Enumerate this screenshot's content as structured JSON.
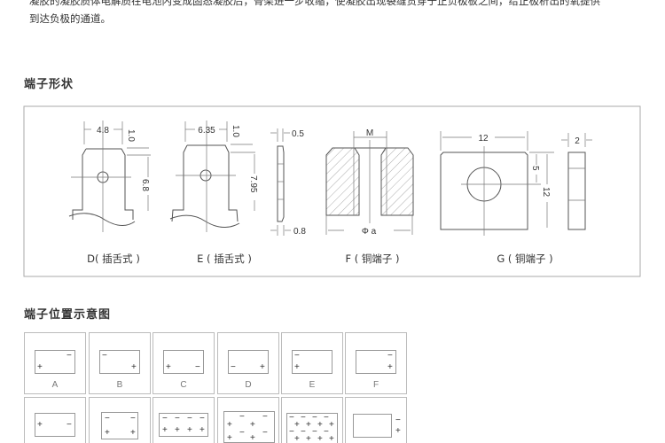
{
  "intro": {
    "line1": "凝胶的凝胶质体电解质在电池内变成固态凝胶后，骨架进一步收缩，使凝胶出现裂缝贯穿于正负极板之间，给正极析出的氧提供",
    "line2": "到达负极的通道。"
  },
  "terminal_shapes": {
    "title": "端子形状",
    "D": {
      "caption": "D( 插舌式 )",
      "width": "4.8",
      "top": "1.0",
      "height": "6.8"
    },
    "E": {
      "caption": "E ( 插舌式 )",
      "width": "6.35",
      "top": "1.0",
      "height": "7.95",
      "thick_top": "0.5",
      "thick_bottom": "0.8"
    },
    "F": {
      "caption": "F ( 铜端子 )",
      "thread": "M",
      "diameter": "Φ a"
    },
    "G": {
      "caption": "G ( 铜端子 )",
      "width": "12",
      "hole_offset": "5",
      "height": "12",
      "thickness": "2"
    }
  },
  "terminal_positions": {
    "title": "端子位置示意图",
    "plus": "+",
    "minus": "−",
    "labels": [
      "A",
      "B",
      "C",
      "D",
      "E",
      "F"
    ]
  }
}
